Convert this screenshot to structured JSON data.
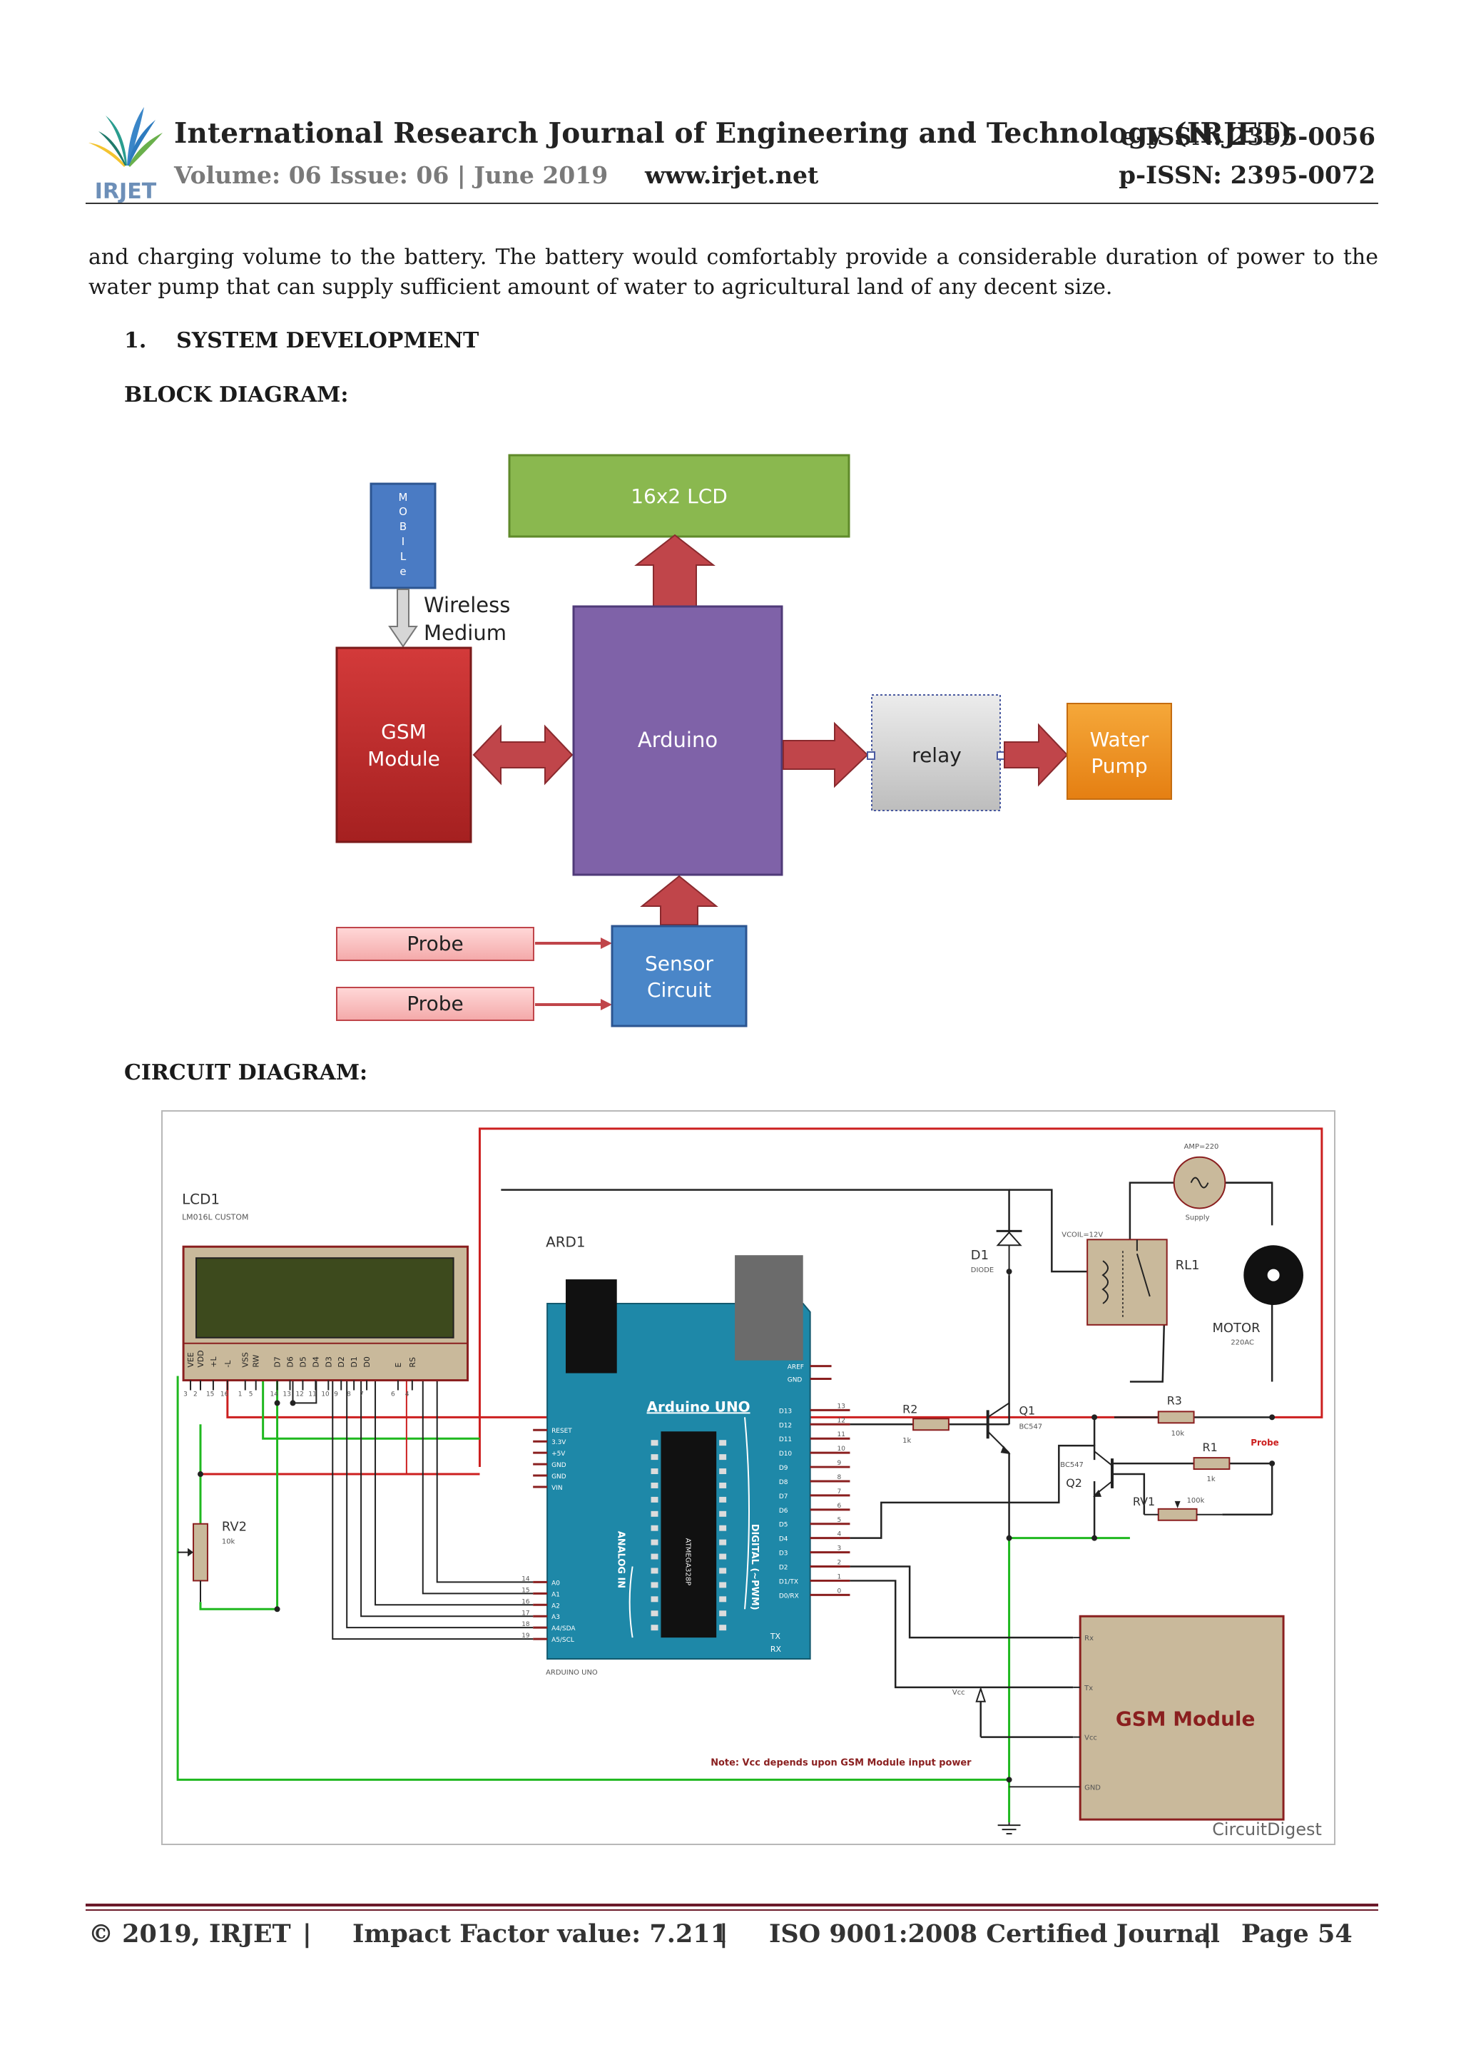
{
  "header": {
    "logo_text": "IRJET",
    "journal_title": "International Research Journal of Engineering and Technology (IRJET)",
    "volume": "Volume: 06 Issue: 06 | June 2019",
    "website": "www.irjet.net",
    "eissn": "e-ISSN: 2395-0056",
    "pissn": "p-ISSN: 2395-0072"
  },
  "body": {
    "intro": "and charging volume to the battery. The battery would comfortably provide a considerable duration of power to the water pump that can supply sufficient amount of water to agricultural land of any decent size.",
    "section_heading": "1.    SYSTEM DEVELOPMENT",
    "block_label": "BLOCK DIAGRAM:",
    "circuit_label": "CIRCUIT DIAGRAM:"
  },
  "block_diagram": {
    "mobile": "MOBILe",
    "wireless": "Wireless",
    "medium": "Medium",
    "lcd": "16x2 LCD",
    "gsm_line1": "GSM",
    "gsm_line2": "Module",
    "arduino": "Arduino",
    "relay": "relay",
    "pump_line1": "Water",
    "pump_line2": "Pump",
    "probe1": "Probe",
    "probe2": "Probe",
    "sensor_line1": "Sensor",
    "sensor_line2": "Circuit"
  },
  "circuit_diagram": {
    "lcd_ref": "LCD1",
    "lcd_model": "LM016L CUSTOM",
    "lcd_pins": [
      "VEE",
      "VDD",
      "+L",
      "-L",
      "VSS",
      "RW",
      "D7",
      "D6",
      "D5",
      "D4",
      "D3",
      "D2",
      "D1",
      "D0",
      "E",
      "RS"
    ],
    "lcd_pin_nums": [
      "3",
      "2",
      "15",
      "16",
      "1",
      "5",
      "14",
      "13",
      "12",
      "11",
      "10",
      "9",
      "8",
      "7",
      "6",
      "4"
    ],
    "ard_ref": "ARD1",
    "ard_name": "Arduino UNO",
    "ard_footer": "ARDUINO UNO",
    "analog_in": "ANALOG IN",
    "digital": "DIGITAL (~PWM)",
    "chip_label": "ATMEGA328P",
    "left_pins": [
      "RESET",
      "3.3V",
      "+5V",
      "GND",
      "GND",
      "VIN"
    ],
    "analog_pins": [
      "A0",
      "A1",
      "A2",
      "A3",
      "A4/SDA",
      "A5/SCL"
    ],
    "analog_nums": [
      "14",
      "15",
      "16",
      "17",
      "18",
      "19"
    ],
    "right_top_pins": [
      "AREF",
      "GND"
    ],
    "digital_pins": [
      "D13",
      "D12",
      "D11",
      "D10",
      "D9",
      "D8",
      "D7",
      "D6",
      "D5",
      "D4",
      "D3",
      "D2",
      "D1/TX",
      "D0/RX"
    ],
    "digital_nums": [
      "13",
      "12",
      "11",
      "10",
      "9",
      "8",
      "7",
      "6",
      "5",
      "4",
      "3",
      "2",
      "1",
      "0"
    ],
    "tx": "TX",
    "rx": "RX",
    "rv2": "RV2",
    "rv2_val": "10k",
    "d1": "D1",
    "d1_type": "DIODE",
    "vcoil": "VCOIL=12V",
    "rl1": "RL1",
    "amp": "AMP=220",
    "supply": "Supply",
    "motor": "MOTOR",
    "motor_val": "220AC",
    "r2": "R2",
    "r2_val": "1k",
    "q1": "Q1",
    "q1_type": "BC547",
    "r3": "R3",
    "r3_val": "10k",
    "r1": "R1",
    "r1_val": "1k",
    "probe": "Probe",
    "q2_type": "BC547",
    "q2": "Q2",
    "rv1": "RV1",
    "rv1_val": "100k",
    "gsm": "GSM Module",
    "gsm_pins": [
      "Rx",
      "Tx",
      "Vcc",
      "GND"
    ],
    "vcc": "Vcc",
    "note": "Note: Vcc depends upon GSM Module input power",
    "watermark": "CircuitDigest",
    "colors": {
      "red_wire": "#cc1f1f",
      "green_wire": "#1fb81f",
      "wire": "#222222",
      "board": "#1e88a8",
      "component": "#8a1f1f"
    }
  },
  "footer": {
    "copyright": "© 2019, IRJET",
    "sep": "|",
    "impact": "Impact Factor value: 7.211",
    "iso": "ISO 9001:2008 Certified Journal",
    "page": "Page 54"
  }
}
